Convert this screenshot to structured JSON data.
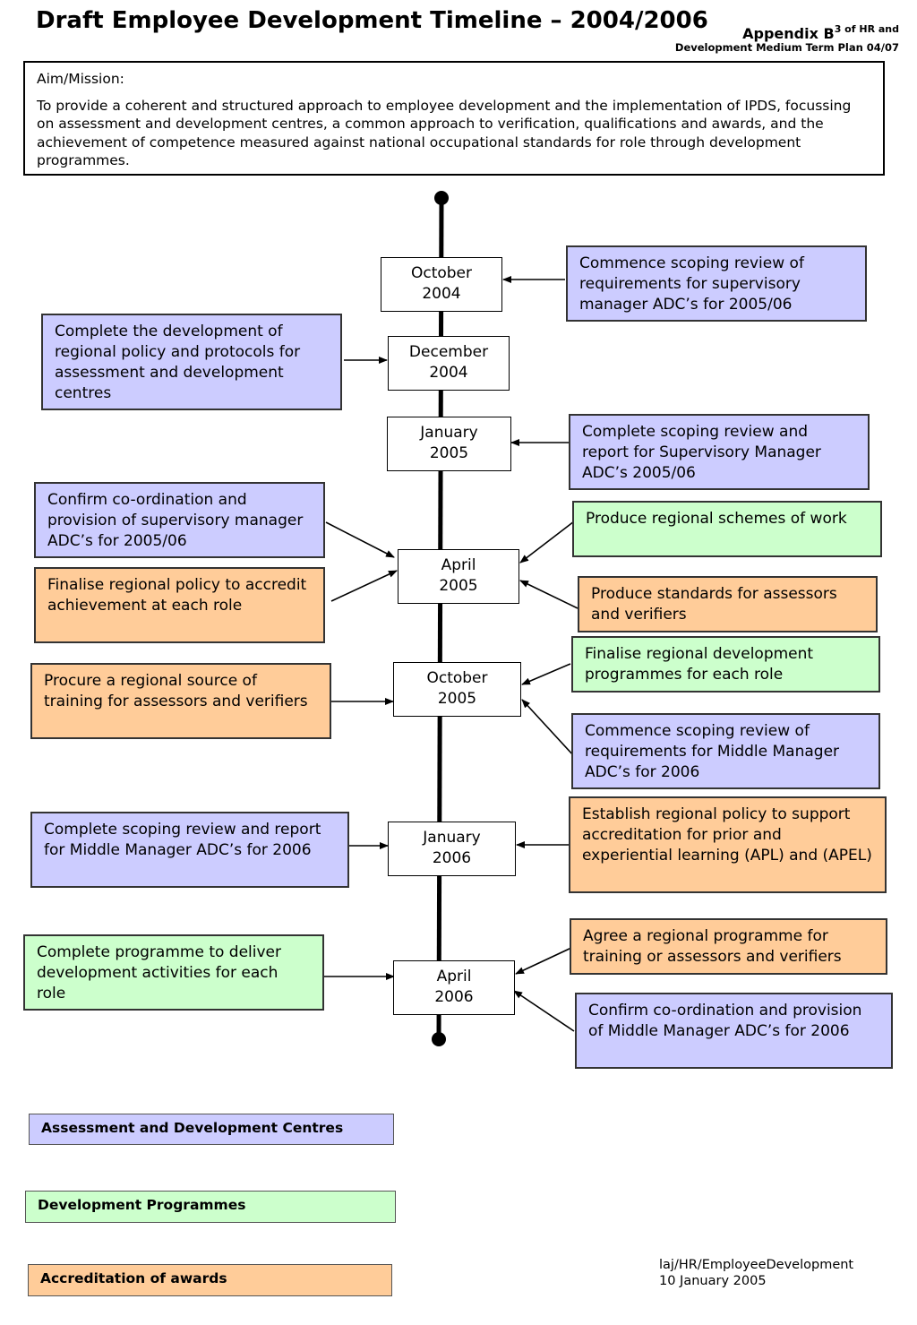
{
  "header": {
    "title": "Draft Employee Development Timeline – 2004/2006",
    "appendix_main": "Appendix B",
    "appendix_super": "3 of HR and",
    "appendix_line2": "Development Medium Term Plan 04/07"
  },
  "aim": {
    "label": "Aim/Mission:",
    "text": "To provide a coherent and structured approach to employee development and the implementation of IPDS, focussing on assessment and development centres, a common approach to verification, qualifications and awards, and the achievement of competence measured against national occupational standards for role through development programmes."
  },
  "timeline": [
    {
      "date": "October 2004",
      "tasks": [
        {
          "side": "right",
          "category": "adc",
          "text": "Commence scoping review of requirements for supervisory manager ADC’s for 2005/06"
        }
      ]
    },
    {
      "date": "December 2004",
      "tasks": [
        {
          "side": "left",
          "category": "adc",
          "text": "Complete the development of regional policy and protocols for assessment and development centres"
        }
      ]
    },
    {
      "date": "January 2005",
      "tasks": [
        {
          "side": "right",
          "category": "adc",
          "text": "Complete scoping review and report for Supervisory Manager ADC’s 2005/06"
        }
      ]
    },
    {
      "date": "April 2005",
      "tasks": [
        {
          "side": "left",
          "category": "adc",
          "text": "Confirm co-ordination and provision of supervisory manager ADC’s for 2005/06"
        },
        {
          "side": "left",
          "category": "acc",
          "text": "Finalise regional policy to accredit achievement at each role"
        },
        {
          "side": "right",
          "category": "dev",
          "text": "Produce regional schemes of work"
        },
        {
          "side": "right",
          "category": "acc",
          "text": "Produce standards for assessors and verifiers"
        }
      ]
    },
    {
      "date": "October 2005",
      "tasks": [
        {
          "side": "left",
          "category": "acc",
          "text": "Procure a regional source of training for assessors and verifiers"
        },
        {
          "side": "right",
          "category": "dev",
          "text": "Finalise regional development programmes for each role"
        },
        {
          "side": "right",
          "category": "adc",
          "text": "Commence scoping review of requirements for Middle Manager ADC’s for 2006"
        }
      ]
    },
    {
      "date": "January 2006",
      "tasks": [
        {
          "side": "left",
          "category": "adc",
          "text": "Complete scoping review and report for Middle Manager ADC’s for 2006"
        },
        {
          "side": "right",
          "category": "acc",
          "text": "Establish regional policy to support accreditation for prior and experiential learning (APL) and (APEL)"
        }
      ]
    },
    {
      "date": "April 2006",
      "tasks": [
        {
          "side": "left",
          "category": "dev",
          "text": "Complete programme to deliver development activities for each role"
        },
        {
          "side": "right",
          "category": "acc",
          "text": "Agree a regional programme for training or assessors and verifiers"
        },
        {
          "side": "right",
          "category": "adc",
          "text": "Confirm co-ordination and provision of Middle Manager ADC’s for 2006"
        }
      ]
    }
  ],
  "dates": {
    "oct2004": [
      "October",
      "2004"
    ],
    "dec2004": [
      "December",
      "2004"
    ],
    "jan2005": [
      "January",
      "2005"
    ],
    "apr2005": [
      "April",
      "2005"
    ],
    "oct2005": [
      "October",
      "2005"
    ],
    "jan2006": [
      "January",
      "2006"
    ],
    "apr2006": [
      "April",
      "2006"
    ]
  },
  "tasks": {
    "t1": "Commence scoping review of requirements for supervisory manager ADC’s for 2005/06",
    "t2": "Complete the development of regional policy and protocols for assessment and development centres",
    "t3": "Complete scoping review and report for Supervisory Manager ADC’s 2005/06",
    "t4": "Confirm co-ordination and provision of supervisory manager ADC’s for 2005/06",
    "t5": "Finalise regional policy to accredit achievement at each role",
    "t6": "Produce regional schemes of work",
    "t7": "Produce standards for assessors and verifiers",
    "t8": "Finalise regional development programmes for each role",
    "t9": "Procure a regional source of training for assessors and verifiers",
    "t10": "Commence scoping review of requirements for Middle Manager ADC’s for 2006",
    "t11": "Complete scoping review and report for Middle Manager ADC’s for 2006",
    "t12": "Establish regional policy to support accreditation for prior and experiential learning (APL) and (APEL)",
    "t13": "Complete programme to deliver development activities for each role",
    "t14": "Agree a regional programme for training or assessors and verifiers",
    "t15": "Confirm co-ordination and provision of Middle Manager ADC’s for 2006"
  },
  "legend": [
    {
      "category": "adc",
      "label": "Assessment and Development Centres",
      "color": "#ccccff"
    },
    {
      "category": "dev",
      "label": "Development Programmes",
      "color": "#ccffcc"
    },
    {
      "category": "acc",
      "label": "Accreditation of awards",
      "color": "#ffcc99"
    }
  ],
  "footer": {
    "line1": "laj/HR/EmployeeDevelopment",
    "line2": "10 January 2005"
  }
}
